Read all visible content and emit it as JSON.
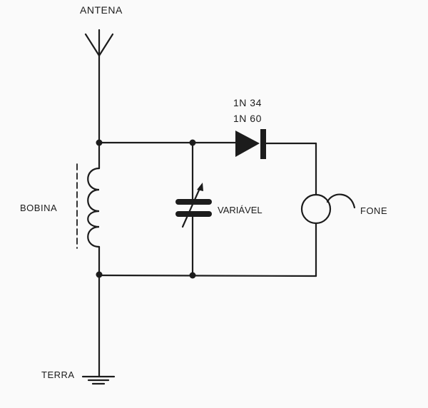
{
  "labels": {
    "antenna": "ANTENA",
    "diode_line1": "1N 34",
    "diode_line2": "1N 60",
    "coil": "BOBINA",
    "capacitor": "VARIÁVEL",
    "earphone": "FONE",
    "ground": "TERRA"
  },
  "colors": {
    "ink": "#1c1c1c",
    "paper": "#fafafa"
  }
}
